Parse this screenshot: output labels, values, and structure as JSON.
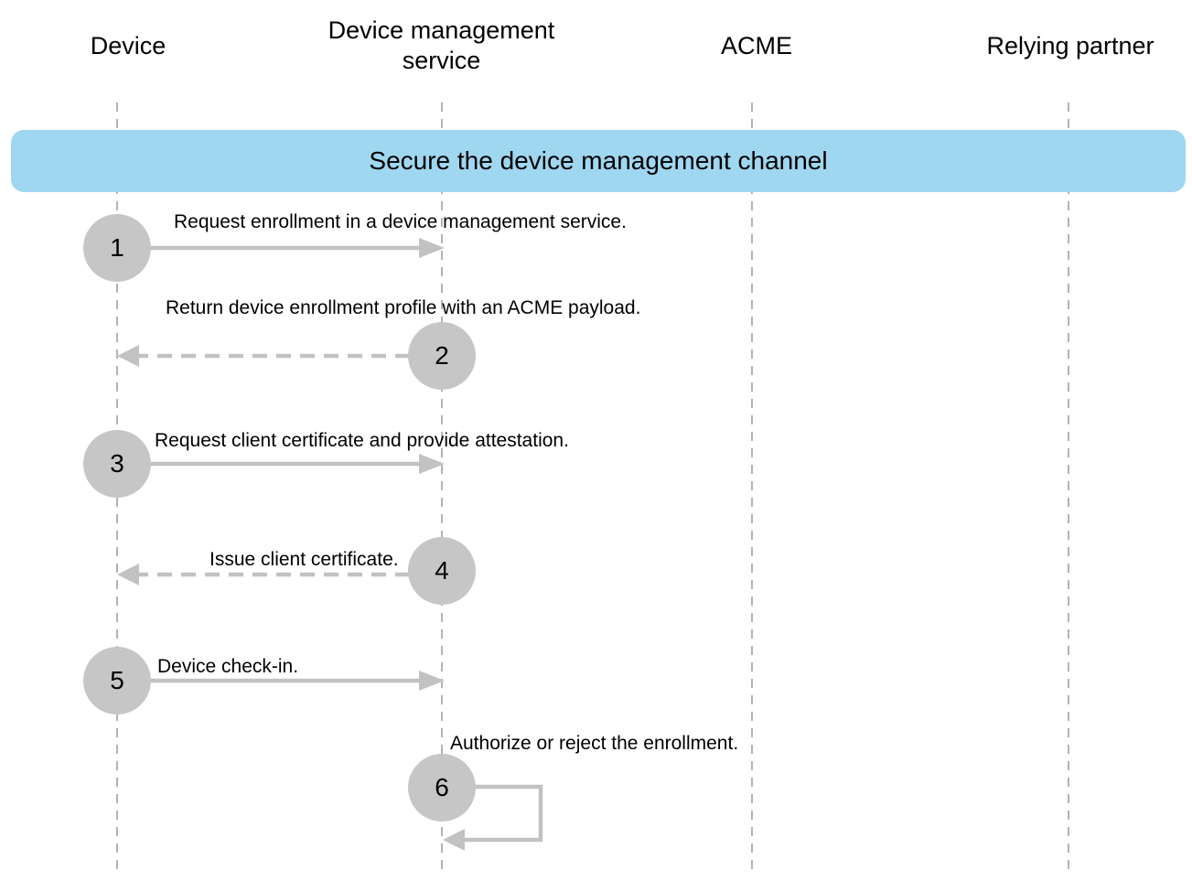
{
  "actors": [
    {
      "name": "Device"
    },
    {
      "name_line1": "Device management",
      "name_line2": "service"
    },
    {
      "name": "ACME"
    },
    {
      "name": "Relying partner"
    }
  ],
  "banner": {
    "title": "Secure the device management channel"
  },
  "steps": [
    {
      "number": "1",
      "label": "Request enrollment in a device management service."
    },
    {
      "number": "2",
      "label": "Return device enrollment profile with an ACME payload."
    },
    {
      "number": "3",
      "label": "Request client certificate and provide attestation."
    },
    {
      "number": "4",
      "label": "Issue client certificate."
    },
    {
      "number": "5",
      "label": "Device check-in."
    },
    {
      "number": "6",
      "label": "Authorize or reject the enrollment."
    }
  ],
  "colors": {
    "banner": "#9fd7f0",
    "step_circle": "#c6c6c6",
    "arrow": "#c2c2c2",
    "lifeline": "#9a9a9a"
  }
}
